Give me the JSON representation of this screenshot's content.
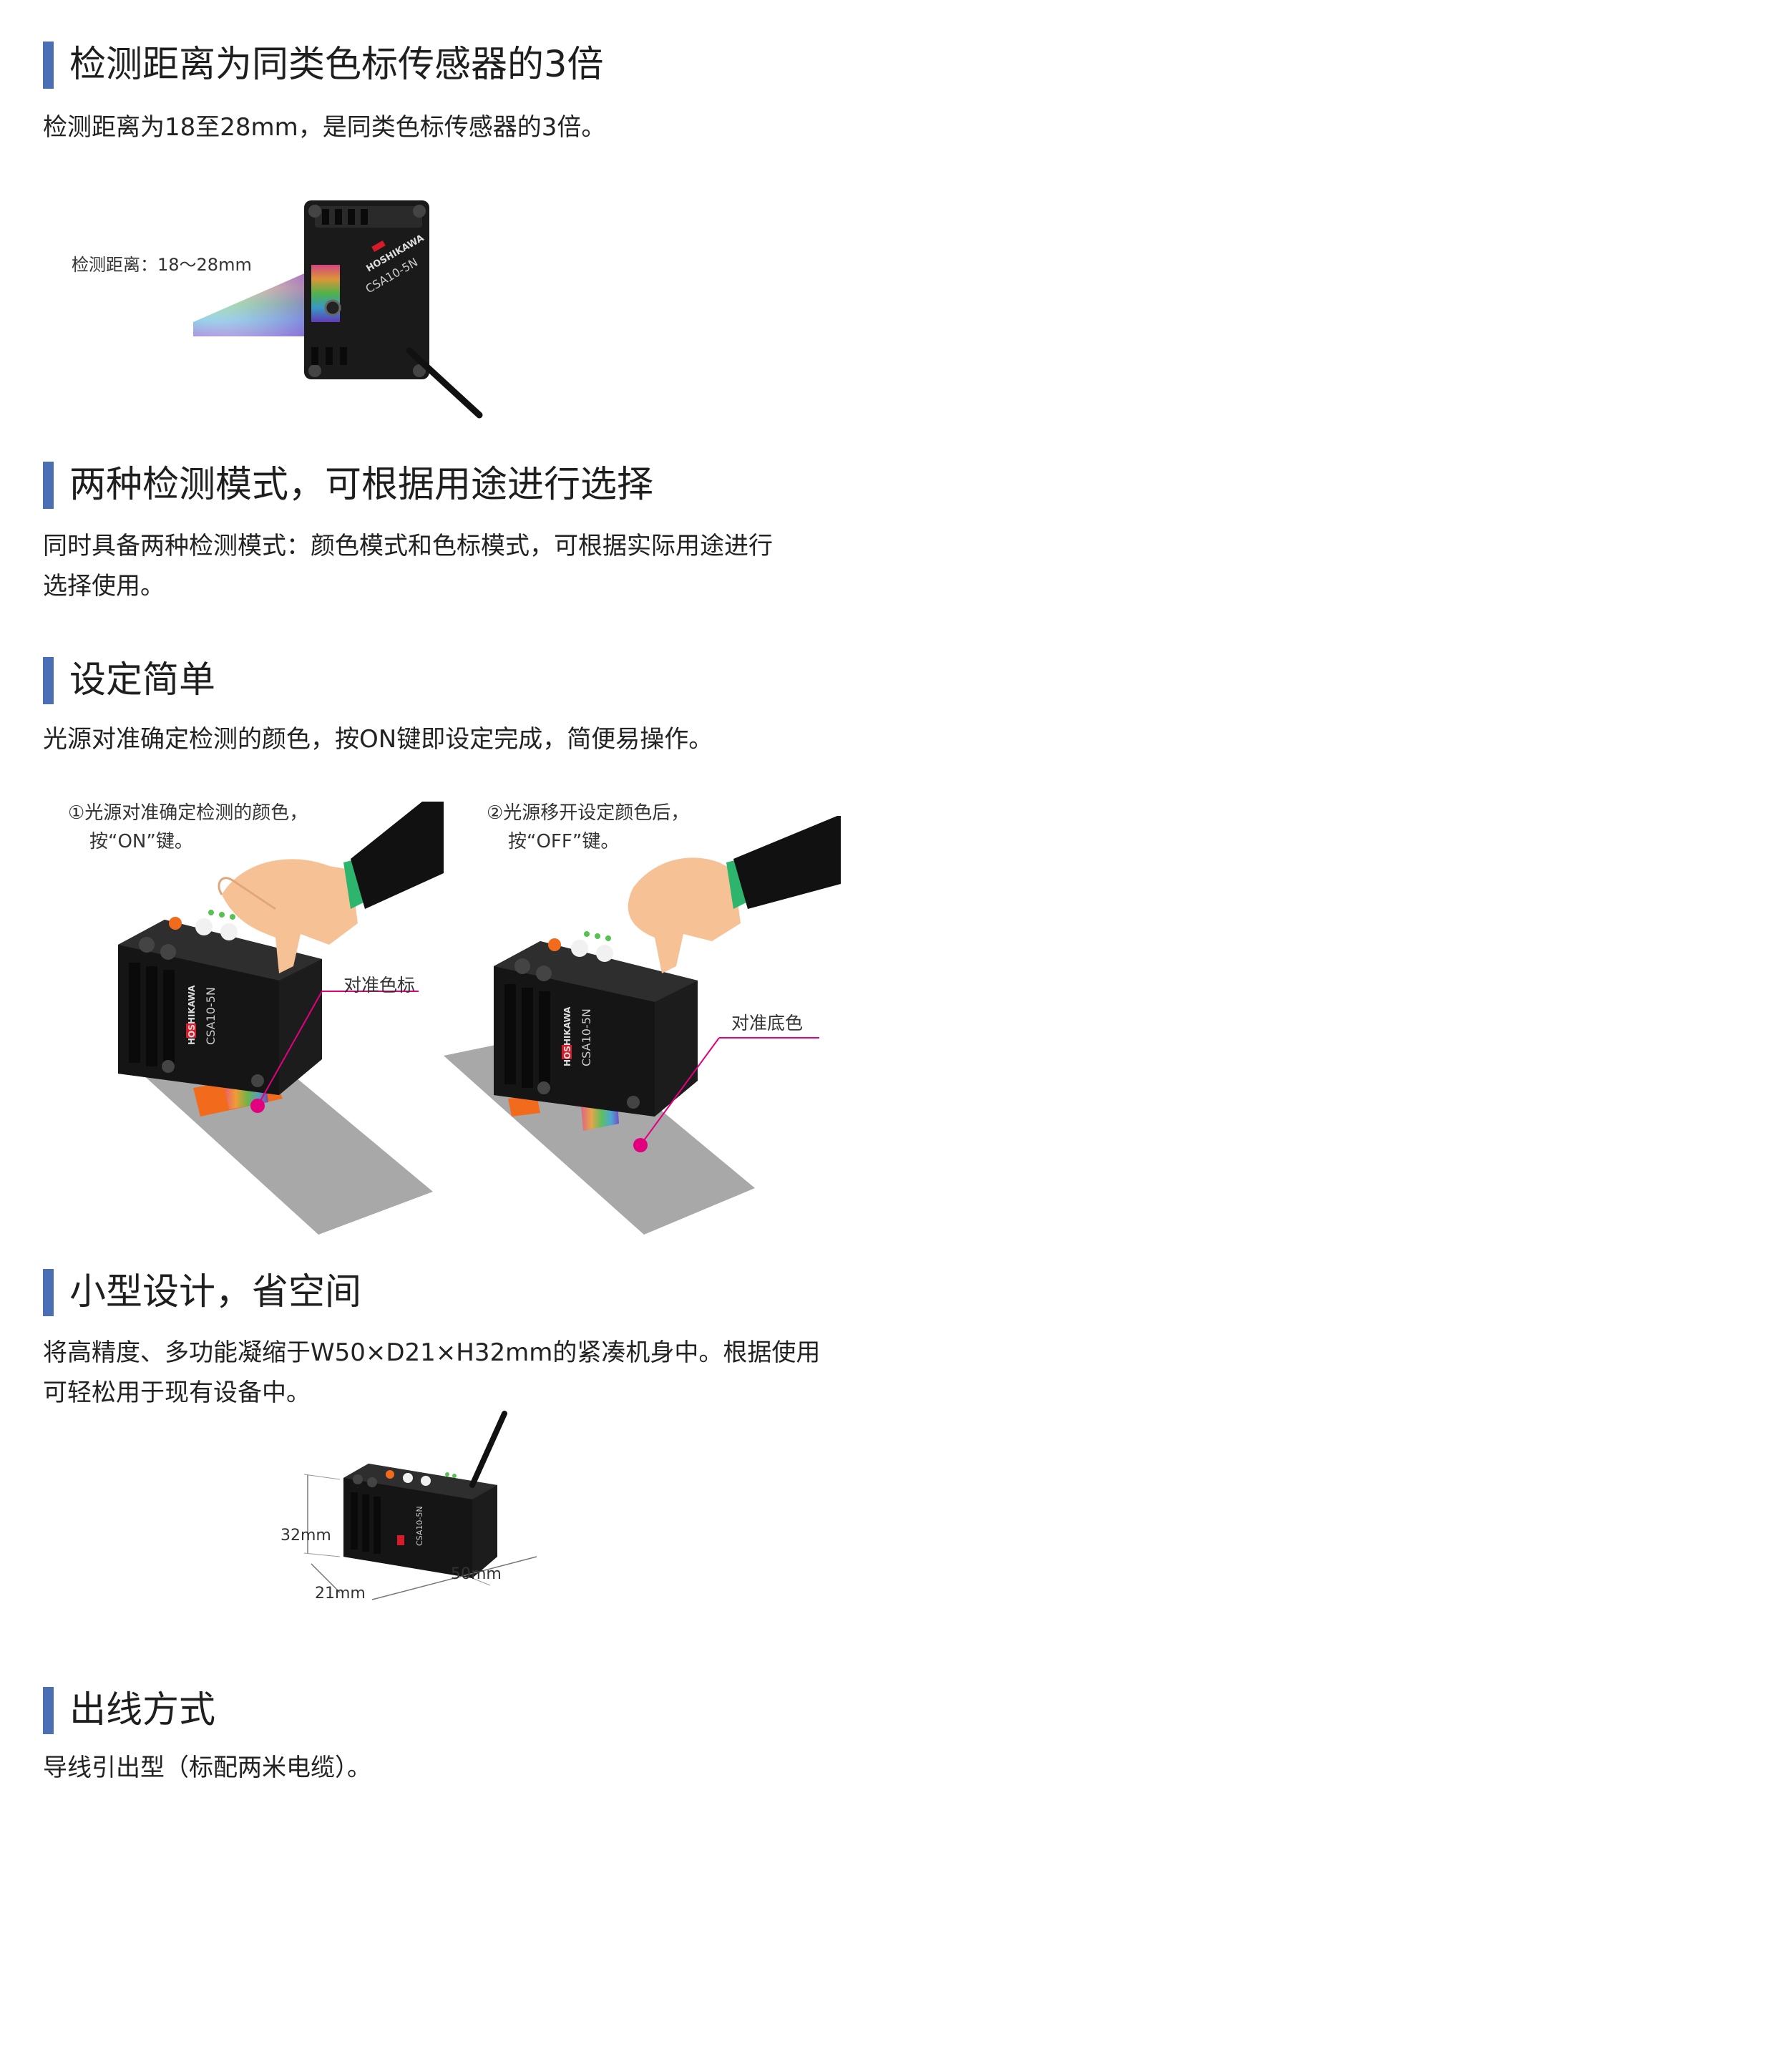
{
  "sections": [
    {
      "title": "检测距离为同类色标传感器的3倍",
      "lines": [
        "检测距离为18至28mm，是同类色标传感器的3倍。"
      ]
    },
    {
      "title": "两种检测模式，可根据用途进行选择",
      "lines": [
        "同时具备两种检测模式：颜色模式和色标模式，可根据实际用途进行",
        "选择使用。"
      ]
    },
    {
      "title": "设定简单",
      "lines": [
        "光源对准确定检测的颜色，按ON键即设定完成，简便易操作。"
      ]
    },
    {
      "title": "小型设计，省空间",
      "lines": [
        "将高精度、多功能凝缩于W50×D21×H32mm的紧凑机身中。根据使用",
        "可轻松用于现有设备中。"
      ]
    },
    {
      "title": "出线方式",
      "lines": [
        "导线引出型（标配两米电缆）。"
      ]
    }
  ],
  "figure1": {
    "distance_label": "检测距离：18～28mm",
    "brand": "HOSHIKAWA",
    "model": "CSA10-5N"
  },
  "figure2": {
    "step1": [
      "①光源对准确定检测的颜色，",
      "按“ON”键。"
    ],
    "step2": [
      "②光源移开设定颜色后，",
      "按“OFF”键。"
    ],
    "mark_label": "对准色标",
    "base_label": "对准底色",
    "brand": "HOSHIKAWA",
    "model": "CSA10-5N"
  },
  "figure3": {
    "height": "32mm",
    "depth": "21mm",
    "width": "50mm",
    "model": "CSA10-5N"
  },
  "colors": {
    "accent_bar": "#4a6fb5",
    "pointer": "#e3007f",
    "mark": "#f26b1d",
    "sleeve": "#2db56d"
  }
}
